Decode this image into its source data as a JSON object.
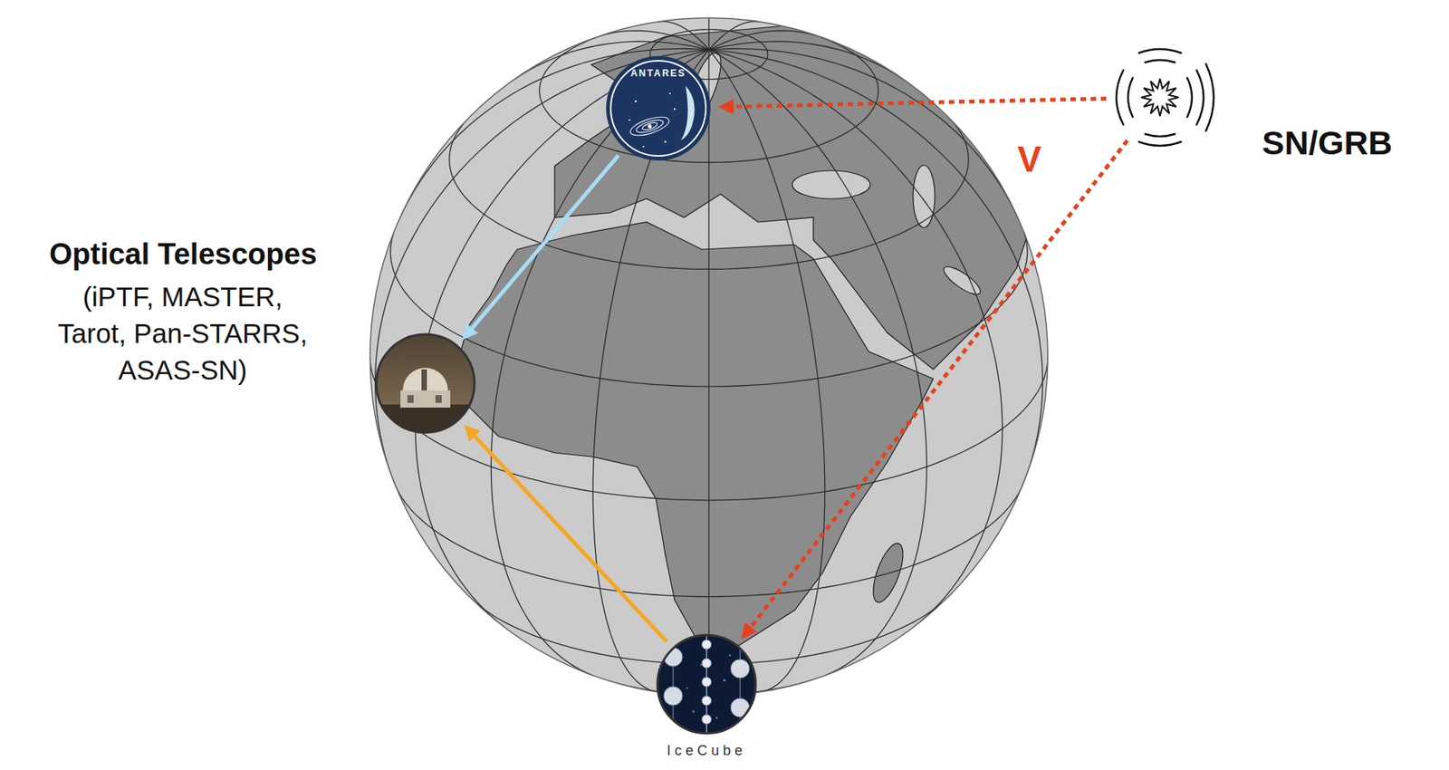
{
  "diagram": {
    "nodes": [
      {
        "text": [
          "SN/GRB"
        ]
      },
      {
        "text": [
          "ANTARES"
        ]
      },
      {
        "text": [
          "IceCube"
        ]
      },
      {
        "text": [
          "Optical Telescopes",
          "(iPTF, MASTER, Tarot, Pan-STARRS, ASAS-SN)"
        ]
      }
    ],
    "edges": [
      {
        "from": 0,
        "to": 1,
        "arrow": "to"
      },
      {
        "from": 0,
        "to": 2,
        "arrow": "to",
        "label": "V"
      },
      {
        "from": 1,
        "to": 3,
        "arrow": "to"
      },
      {
        "from": 2,
        "to": 3,
        "arrow": "to"
      }
    ]
  }
}
